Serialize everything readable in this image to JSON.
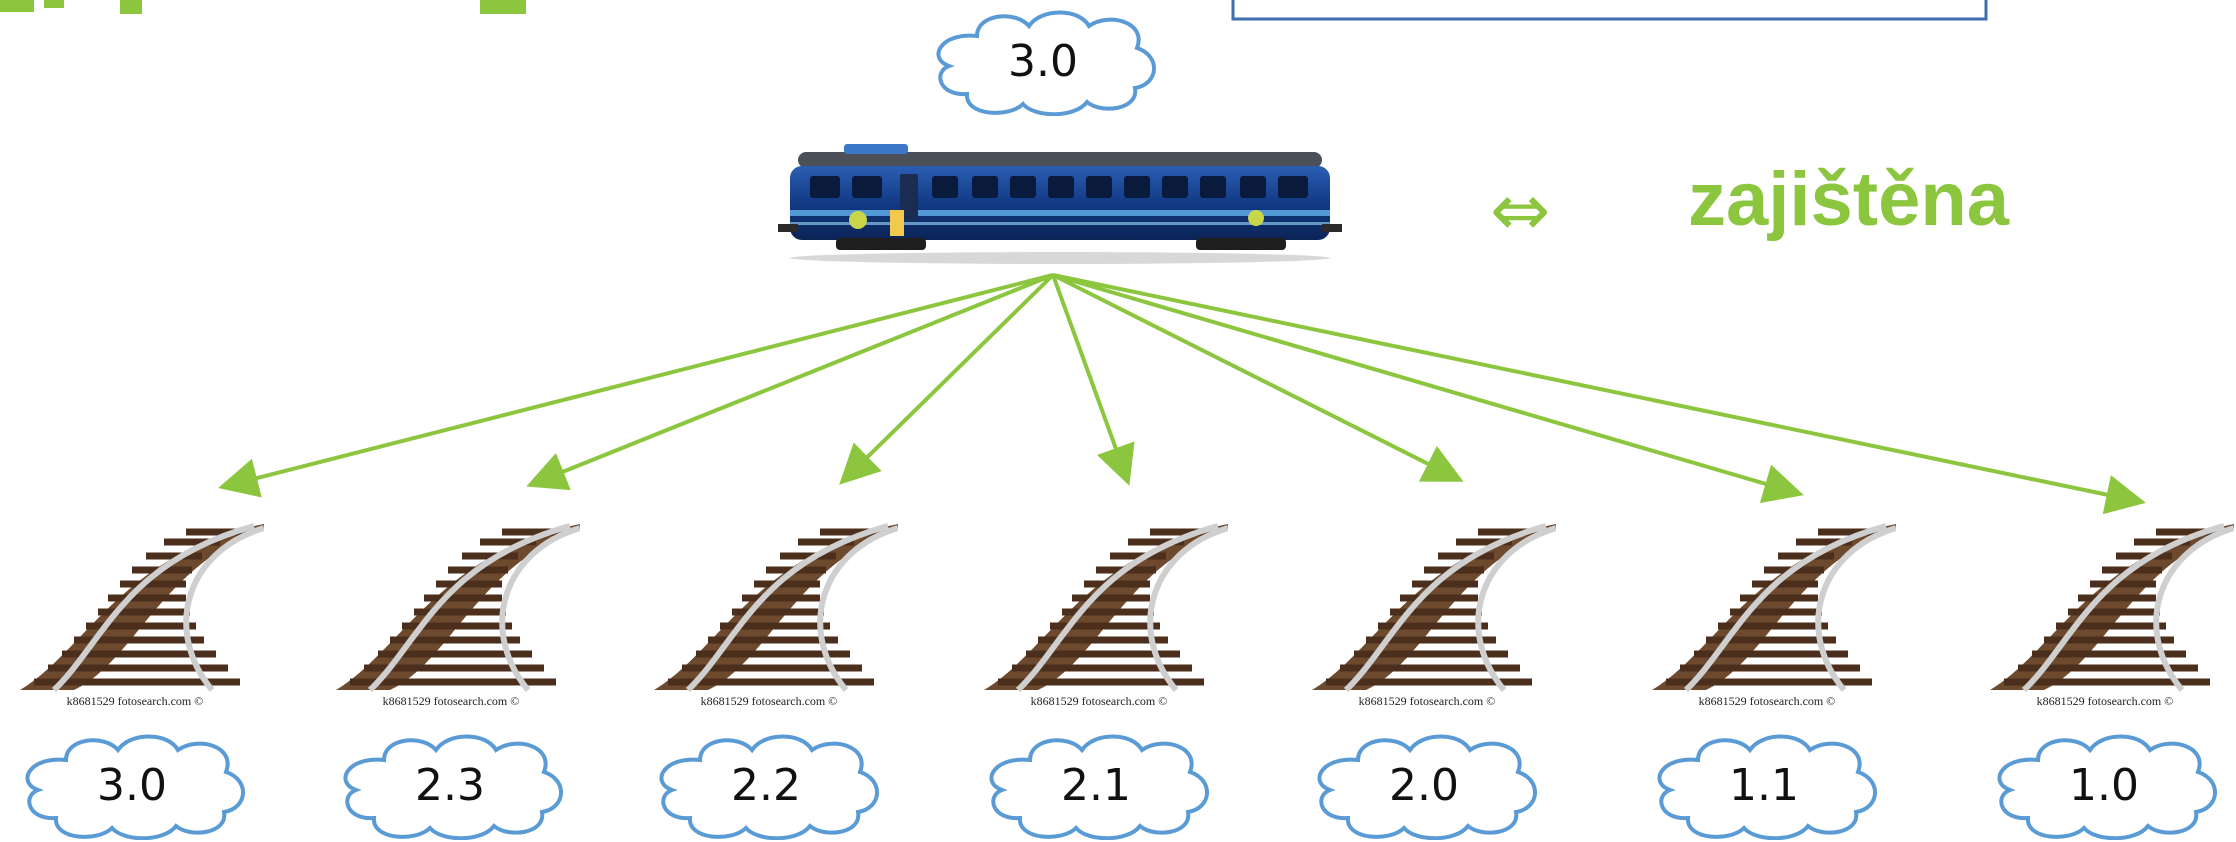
{
  "colors": {
    "accent_green": "#8cc63f",
    "cloud_stroke": "#5b9bd5",
    "box_stroke": "#3f6fae",
    "train_body": "#1a3f86"
  },
  "top_version": "3.0",
  "equivalence_symbol": "⇔",
  "status_word": "zajištěna",
  "tracks": [
    {
      "version": "3.0",
      "credit": "k8681529 fotosearch.com ©"
    },
    {
      "version": "2.3",
      "credit": "k8681529 fotosearch.com ©"
    },
    {
      "version": "2.2",
      "credit": "k8681529 fotosearch.com ©"
    },
    {
      "version": "2.1",
      "credit": "k8681529 fotosearch.com ©"
    },
    {
      "version": "2.0",
      "credit": "k8681529 fotosearch.com ©"
    },
    {
      "version": "1.1",
      "credit": "k8681529 fotosearch.com ©"
    },
    {
      "version": "1.0",
      "credit": "k8681529 fotosearch.com ©"
    }
  ]
}
